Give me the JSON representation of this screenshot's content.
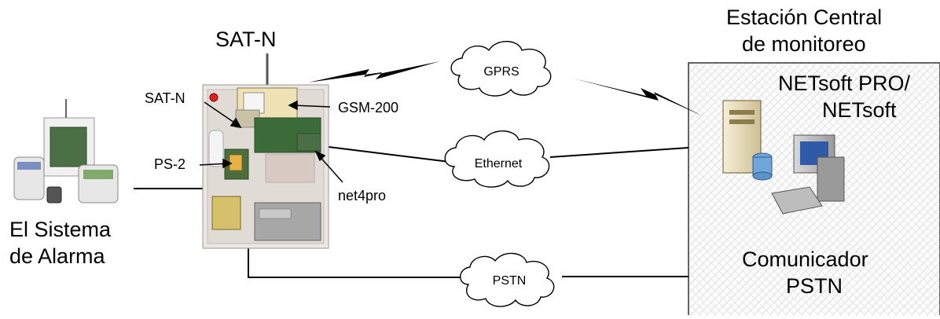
{
  "title_device": "SAT-N",
  "central_station": {
    "line1": "Estación Central",
    "line2": "de monitoreo"
  },
  "software": {
    "line1": "NETsoft PRO/",
    "line2": "NETsoft"
  },
  "alarm_system": {
    "line1": "El Sistema",
    "line2": "de Alarma"
  },
  "communicator": {
    "line1": "Comunicador",
    "line2": "PSTN"
  },
  "components": {
    "satn_board": "SAT-N",
    "ps2": "PS-2",
    "gsm": "GSM-200",
    "net4pro": "net4pro"
  },
  "clouds": {
    "gprs": "GPRS",
    "ethernet": "Ethernet",
    "pstn": "PSTN"
  },
  "colors": {
    "line": "#000000",
    "station_bg": "#f7f7f7",
    "cabinet": "#ece7e3",
    "panel_green": "#3c6b3a",
    "battery": "#a7a7a7"
  }
}
